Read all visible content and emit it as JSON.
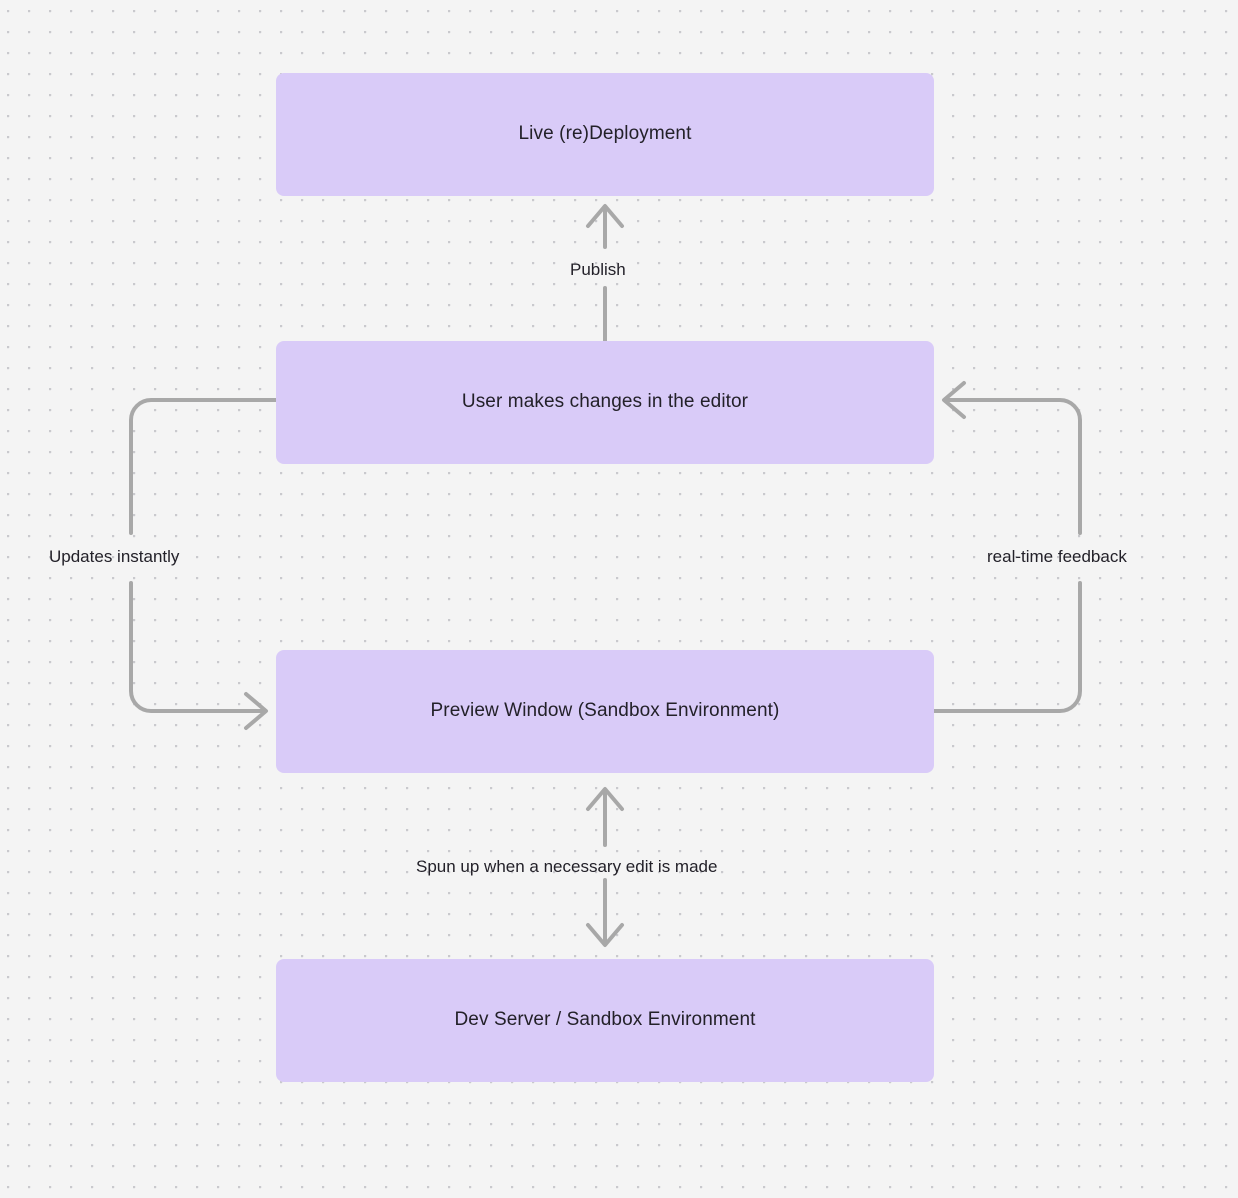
{
  "diagram": {
    "title": "Live deployment / preview feedback loop",
    "background_color": "#f4f4f4",
    "dot_color": "#c9c9cd",
    "node_fill": "#d9cbf8",
    "node_text_color": "#232129",
    "edge_color": "#a8a8a8",
    "nodes": [
      {
        "id": "live-deployment",
        "label": "Live (re)Deployment"
      },
      {
        "id": "user-edits",
        "label": "User makes changes in the editor"
      },
      {
        "id": "preview-window",
        "label": "Preview Window (Sandbox Environment)"
      },
      {
        "id": "dev-server",
        "label": "Dev Server / Sandbox Environment"
      }
    ],
    "edges": [
      {
        "id": "publish",
        "label": "Publish",
        "from": "user-edits",
        "to": "live-deployment",
        "direction": "up"
      },
      {
        "id": "updates",
        "label": "Updates instantly",
        "from": "user-edits",
        "to": "preview-window",
        "direction": "loop-left"
      },
      {
        "id": "feedback",
        "label": "real-time feedback",
        "from": "preview-window",
        "to": "user-edits",
        "direction": "loop-right"
      },
      {
        "id": "spunup",
        "label": "Spun up when a necessary edit is made",
        "from": "preview-window",
        "to": "dev-server",
        "direction": "bidirectional"
      }
    ]
  }
}
